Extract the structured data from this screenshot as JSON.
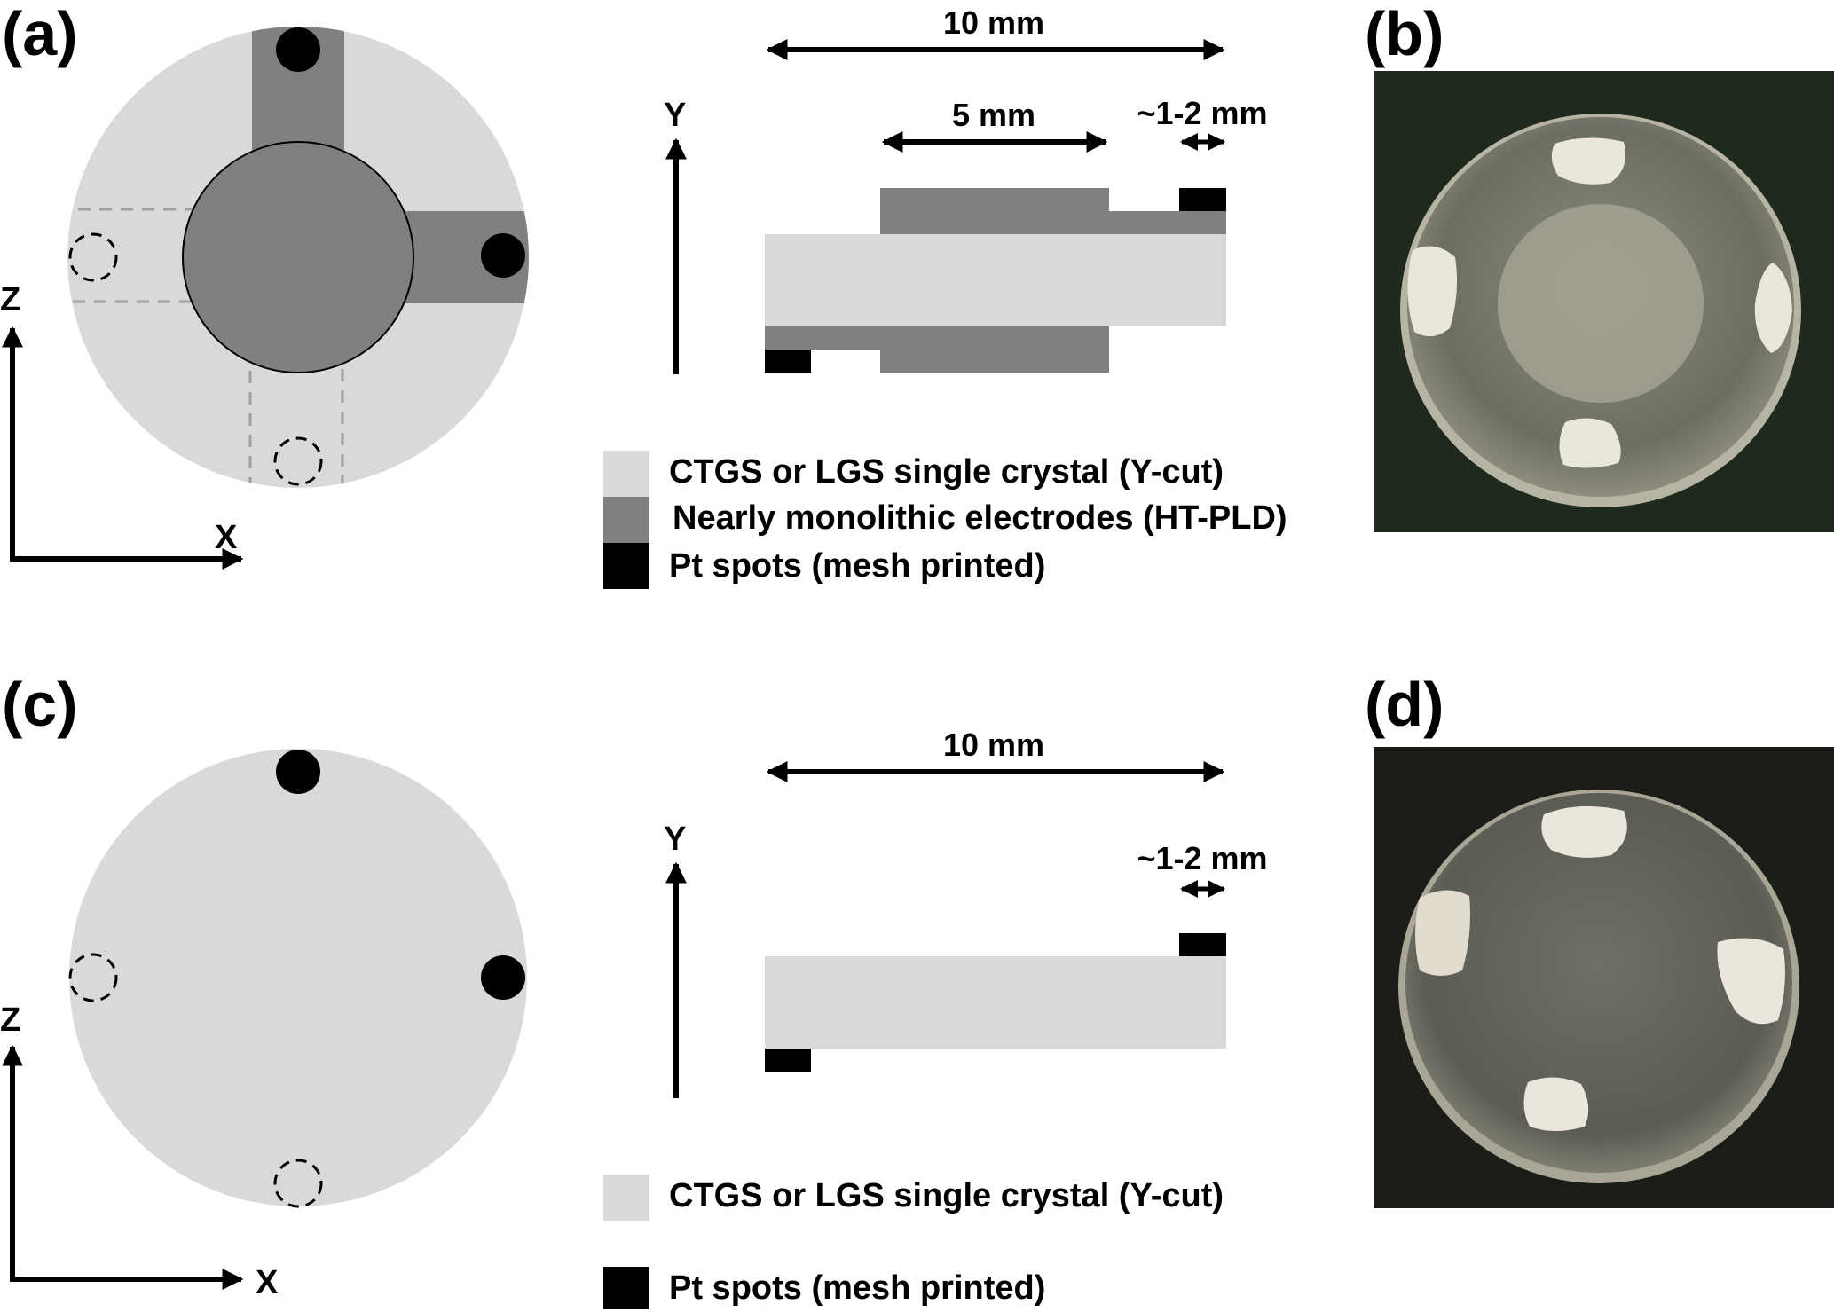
{
  "panels": {
    "a": "(a)",
    "b": "(b)",
    "c": "(c)",
    "d": "(d)"
  },
  "axes": {
    "z": "Z",
    "x": "X",
    "y": "Y"
  },
  "dimensions": {
    "total": "10 mm",
    "electrode": "5 mm",
    "spot": "~1-2 mm"
  },
  "legend_top": [
    {
      "label": "CTGS or LGS single crystal (Y-cut)",
      "color": "#d9d9d9"
    },
    {
      "label": "Nearly monolithic electrodes (HT-PLD)",
      "color": "#808080"
    },
    {
      "label": "Pt spots (mesh printed)",
      "color": "#000000"
    }
  ],
  "legend_bottom": [
    {
      "label": "CTGS or LGS single crystal (Y-cut)",
      "color": "#d9d9d9"
    },
    {
      "label": "Pt spots (mesh printed)",
      "color": "#000000"
    }
  ],
  "colors": {
    "crystal": "#d9d9d9",
    "electrode": "#808080",
    "pt": "#000000",
    "photo_background": "#1f2a1e"
  }
}
